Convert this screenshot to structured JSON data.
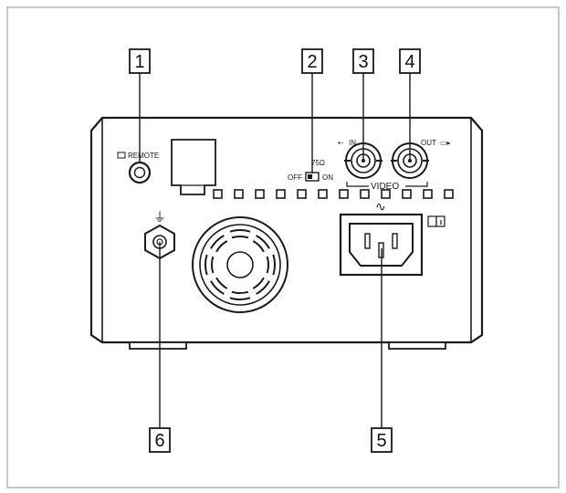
{
  "callouts": [
    {
      "number": "1"
    },
    {
      "number": "2"
    },
    {
      "number": "3"
    },
    {
      "number": "4"
    },
    {
      "number": "5"
    },
    {
      "number": "6"
    }
  ],
  "panel_labels": {
    "remote": "REMOTE",
    "ohm": "75Ω",
    "off": "OFF",
    "on": "ON",
    "video_in": "IN",
    "video_out": "OUT",
    "video": "VIDEO",
    "ground_symbol": "⏚",
    "ac_symbol": "∿"
  },
  "icons": {
    "remote_port": "remote-icon",
    "video_in_arrow": "input-arrow-icon",
    "video_out_arrow": "output-arrow-icon",
    "manual": "manual-book-icon",
    "ground": "ground-terminal-icon"
  },
  "colors": {
    "line": "#1a1a1a",
    "frame": "#bdbdbd",
    "panel_fill": "#ffffff",
    "shade": "#d9d9d9"
  }
}
